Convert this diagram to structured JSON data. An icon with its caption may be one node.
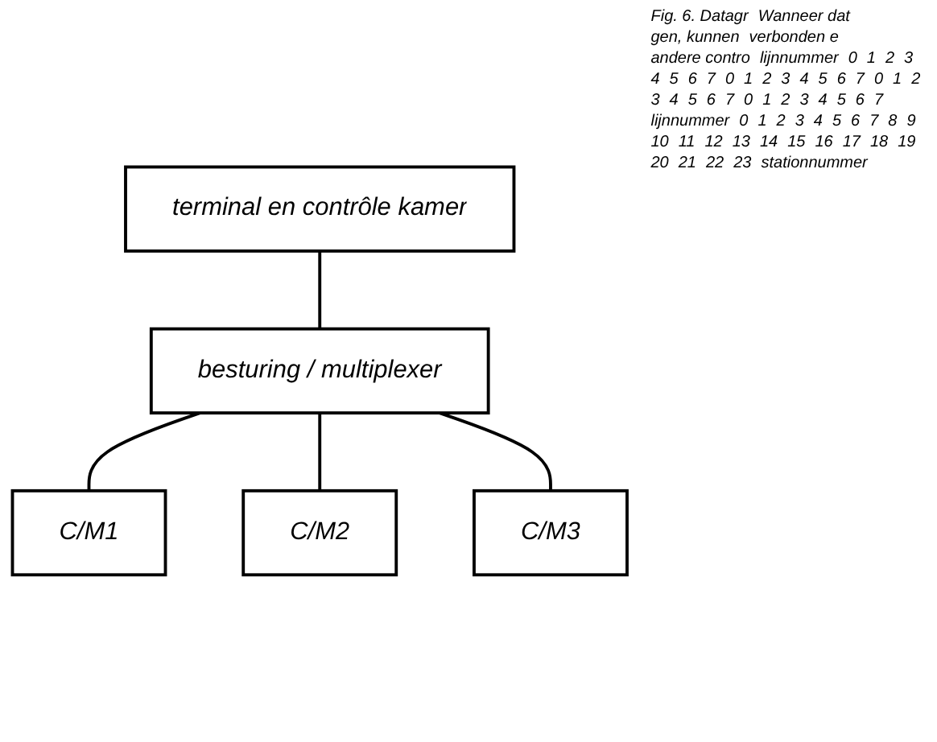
{
  "diagram": {
    "nodes": [
      {
        "text": [
          "terminal en contrôle kamer"
        ]
      },
      {
        "text": [
          "besturing / multiplexer"
        ]
      },
      {
        "text": [
          "C/M1"
        ]
      },
      {
        "text": [
          "C/M2"
        ]
      },
      {
        "text": [
          "C/M3"
        ]
      }
    ],
    "edges": [
      {
        "from": 0,
        "to": 1,
        "arrow": "none"
      },
      {
        "from": 1,
        "to": 2,
        "arrow": "none"
      },
      {
        "from": 1,
        "to": 3,
        "arrow": "none"
      },
      {
        "from": 1,
        "to": 4,
        "arrow": "none"
      }
    ],
    "labels": [
      "Fig. 6. Datagr",
      "Wanneer dat",
      "gen, kunnen",
      "verbonden e",
      "andere contro",
      "lijnnummer",
      "0",
      "1",
      "2",
      "3",
      "4",
      "5",
      "6",
      "7",
      "0",
      "1",
      "2",
      "3",
      "4",
      "5",
      "6",
      "7",
      "0",
      "1",
      "2",
      "3",
      "4",
      "5",
      "6",
      "7",
      "0",
      "1",
      "2",
      "3",
      "4",
      "5",
      "6",
      "7",
      "lijnnummer",
      "0",
      "1",
      "2",
      "3",
      "4",
      "5",
      "6",
      "7",
      "8",
      "9",
      "10",
      "11",
      "12",
      "13",
      "14",
      "15",
      "16",
      "17",
      "18",
      "19",
      "20",
      "21",
      "22",
      "23",
      "stationnummer"
    ]
  }
}
